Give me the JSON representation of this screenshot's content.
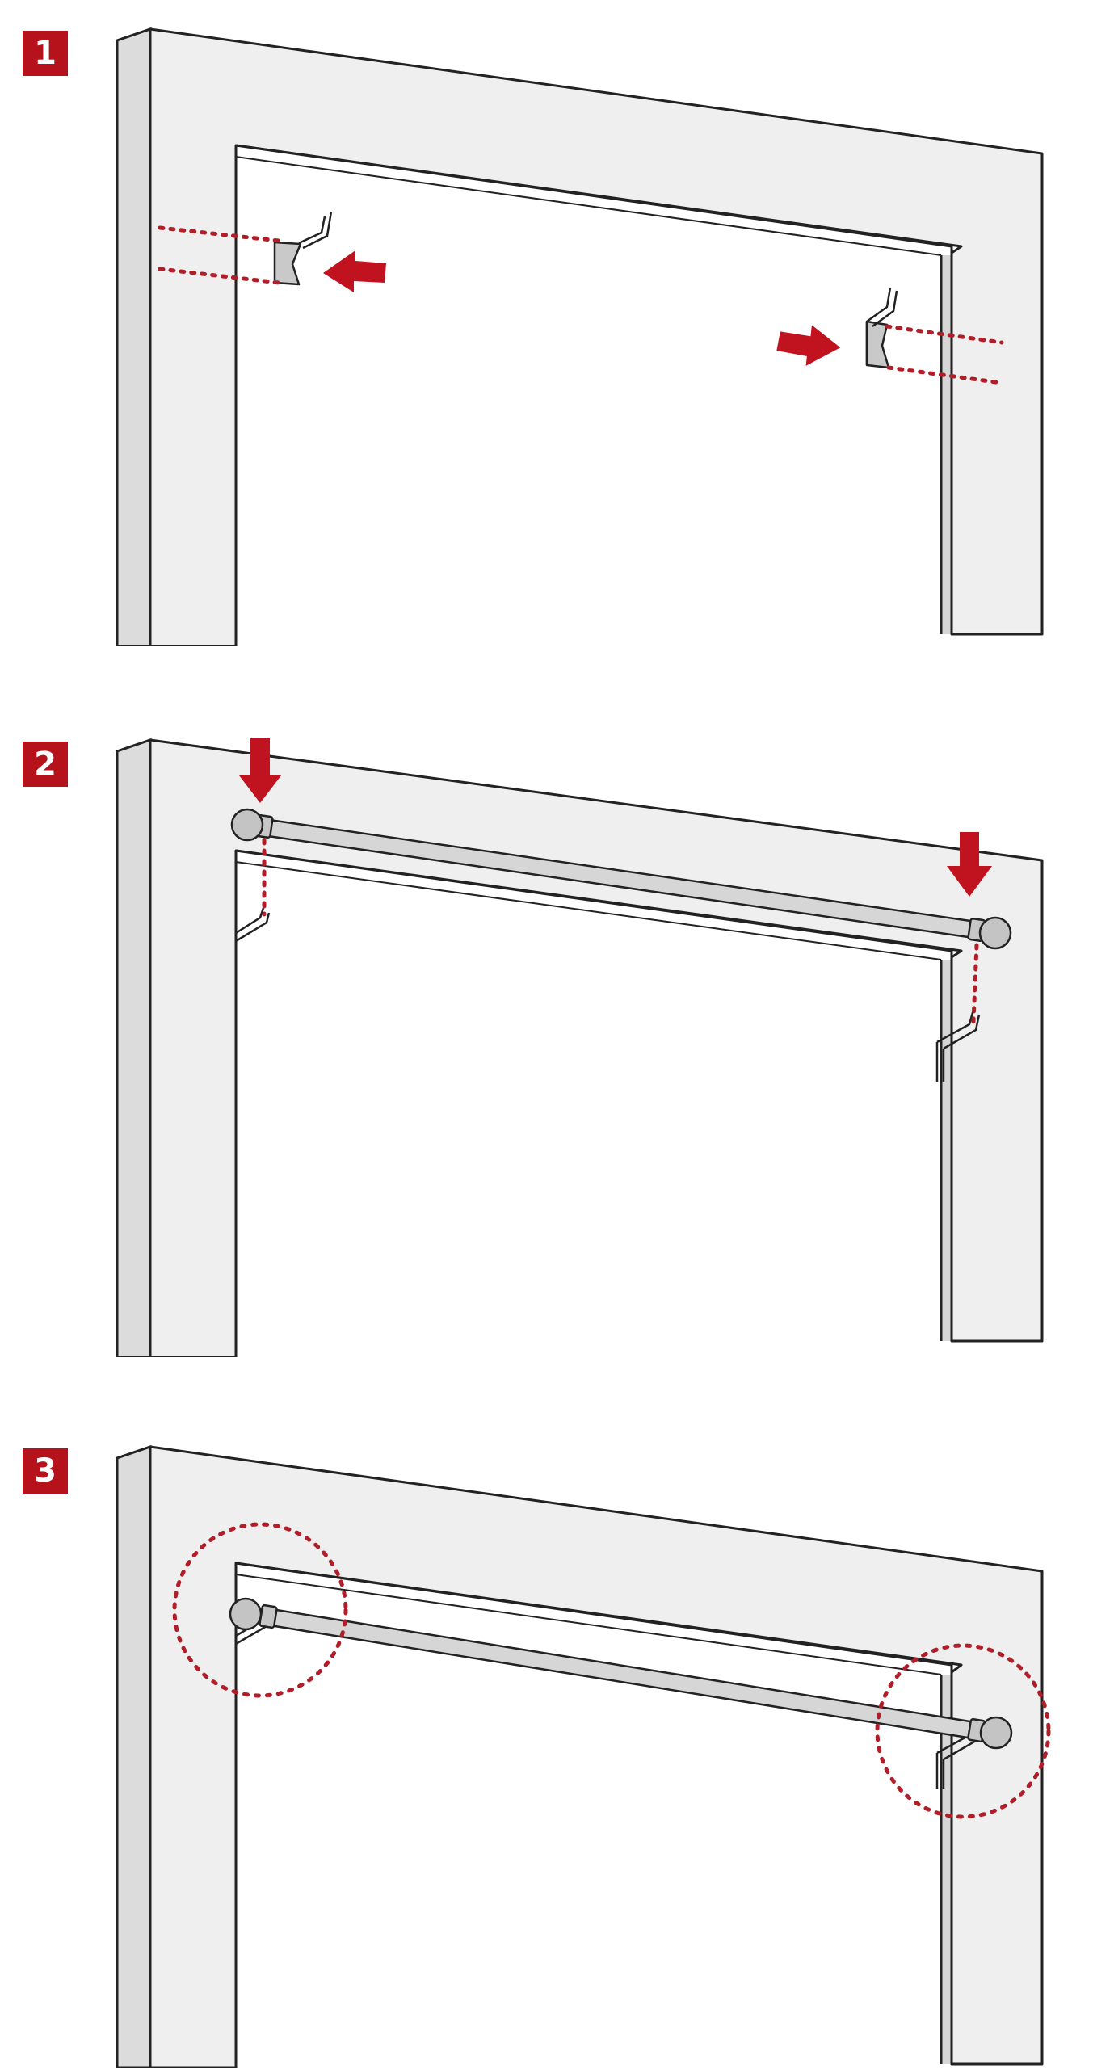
{
  "steps": [
    {
      "number": "1",
      "illustration": "clip-brackets-into-door-frame"
    },
    {
      "number": "2",
      "illustration": "place-rod-onto-brackets"
    },
    {
      "number": "3",
      "illustration": "rod-mounted-on-brackets"
    }
  ],
  "colors": {
    "badge": "#b5121b",
    "arrow": "#c1121f",
    "dotted_guide": "#b01e2a",
    "frame_face": "#efefef",
    "frame_side": "#dedede",
    "rod": "#d6d6d6",
    "outline": "#222222"
  }
}
